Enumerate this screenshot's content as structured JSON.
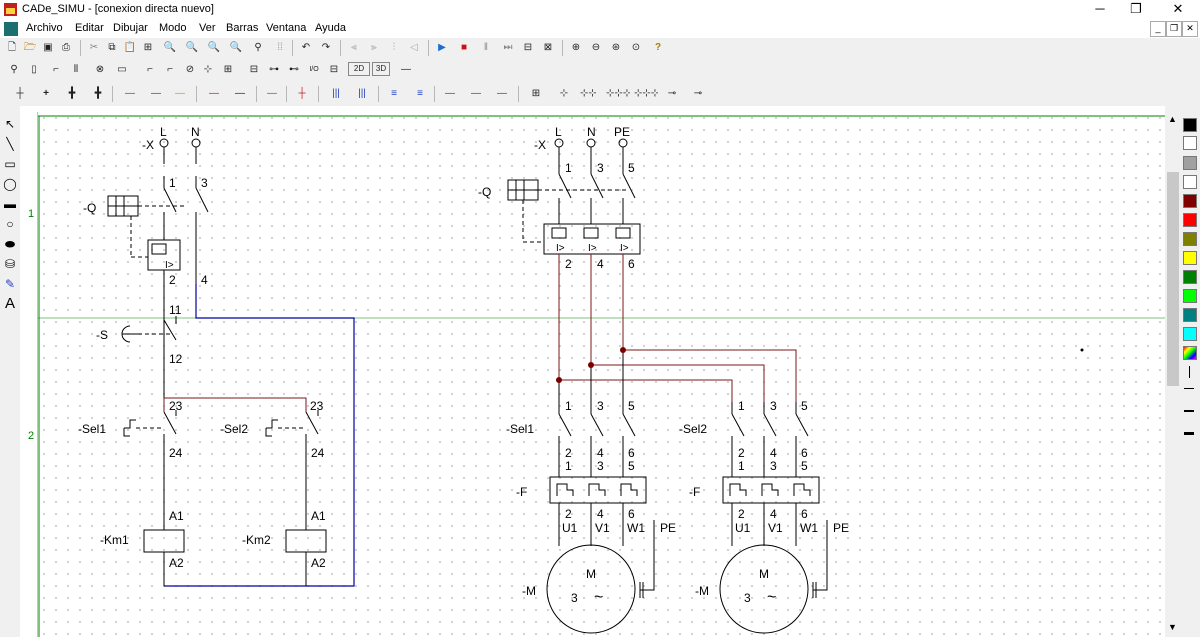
{
  "window": {
    "title": "CADe_SIMU - [conexion directa nuevo]",
    "minimize_glyph": "─",
    "restore_glyph": "❐",
    "close_glyph": "✕",
    "mdi_minimize": "_",
    "mdi_restore": "❐",
    "mdi_close": "✕"
  },
  "menu": [
    "Archivo",
    "Editar",
    "Dibujar",
    "Modo",
    "Ver",
    "Barras",
    "Ventana",
    "Ayuda"
  ],
  "toolbar": {
    "label_2d": "2D",
    "label_3d": "3D",
    "label_io": "I/O"
  },
  "ruler": {
    "row1": "1",
    "row2": "2"
  },
  "colors": {
    "wire_blue": "#0000a0",
    "wire_brown": "#7a1a1a",
    "junction_red": "#7a0000",
    "ruler_green": "#008000",
    "palette": [
      "#000000",
      "#ffffff",
      "#a0a0a0",
      "#ffffff",
      "#800000",
      "#ff0000",
      "#808000",
      "#ffff00",
      "#008000",
      "#00ff00",
      "#008080",
      "#00ffff"
    ]
  },
  "schematic": {
    "control": {
      "supply_tag": "-X",
      "terminal_L": "L",
      "terminal_N": "N",
      "breaker_tag": "-Q",
      "breaker_in_1": "1",
      "breaker_in_3": "3",
      "breaker_out_2": "2",
      "breaker_out_4": "4",
      "trip_symbol": "I>",
      "stop_tag": "-S",
      "stop_11": "11",
      "stop_12": "12",
      "sel1_tag": "-Sel1",
      "sel2_tag": "-Sel2",
      "sel1_23": "23",
      "sel1_24": "24",
      "sel2_23": "23",
      "sel2_24": "24",
      "km1_tag": "-Km1",
      "km2_tag": "-Km2",
      "km1_a1": "A1",
      "km1_a2": "A2",
      "km2_a1": "A1",
      "km2_a2": "A2"
    },
    "power": {
      "supply_tag": "-X",
      "terminal_L": "L",
      "terminal_N": "N",
      "terminal_PE": "PE",
      "breaker_tag": "-Q",
      "in_1": "1",
      "in_3": "3",
      "in_5": "5",
      "out_2": "2",
      "out_4": "4",
      "out_6": "6",
      "trip_symbol": "I>"
    },
    "branch1": {
      "sel_tag": "-Sel1",
      "in_1": "1",
      "in_3": "3",
      "in_5": "5",
      "out_2": "2",
      "out_4": "4",
      "out_6": "6",
      "f_in_1": "1",
      "f_in_3": "3",
      "f_in_5": "5",
      "f_tag": "-F",
      "f_out_2": "2",
      "f_out_4": "4",
      "f_out_6": "6",
      "u1": "U1",
      "v1": "V1",
      "w1": "W1",
      "pe": "PE",
      "motor_tag": "-M",
      "motor_letter": "M",
      "motor_phases": "3",
      "motor_ac": "~"
    },
    "branch2": {
      "sel_tag": "-Sel2",
      "in_1": "1",
      "in_3": "3",
      "in_5": "5",
      "out_2": "2",
      "out_4": "4",
      "out_6": "6",
      "f_in_1": "1",
      "f_in_3": "3",
      "f_in_5": "5",
      "f_tag": "-F",
      "f_out_2": "2",
      "f_out_4": "4",
      "f_out_6": "6",
      "u1": "U1",
      "v1": "V1",
      "w1": "W1",
      "pe": "PE",
      "motor_tag": "-M",
      "motor_letter": "M",
      "motor_phases": "3",
      "motor_ac": "~"
    }
  }
}
